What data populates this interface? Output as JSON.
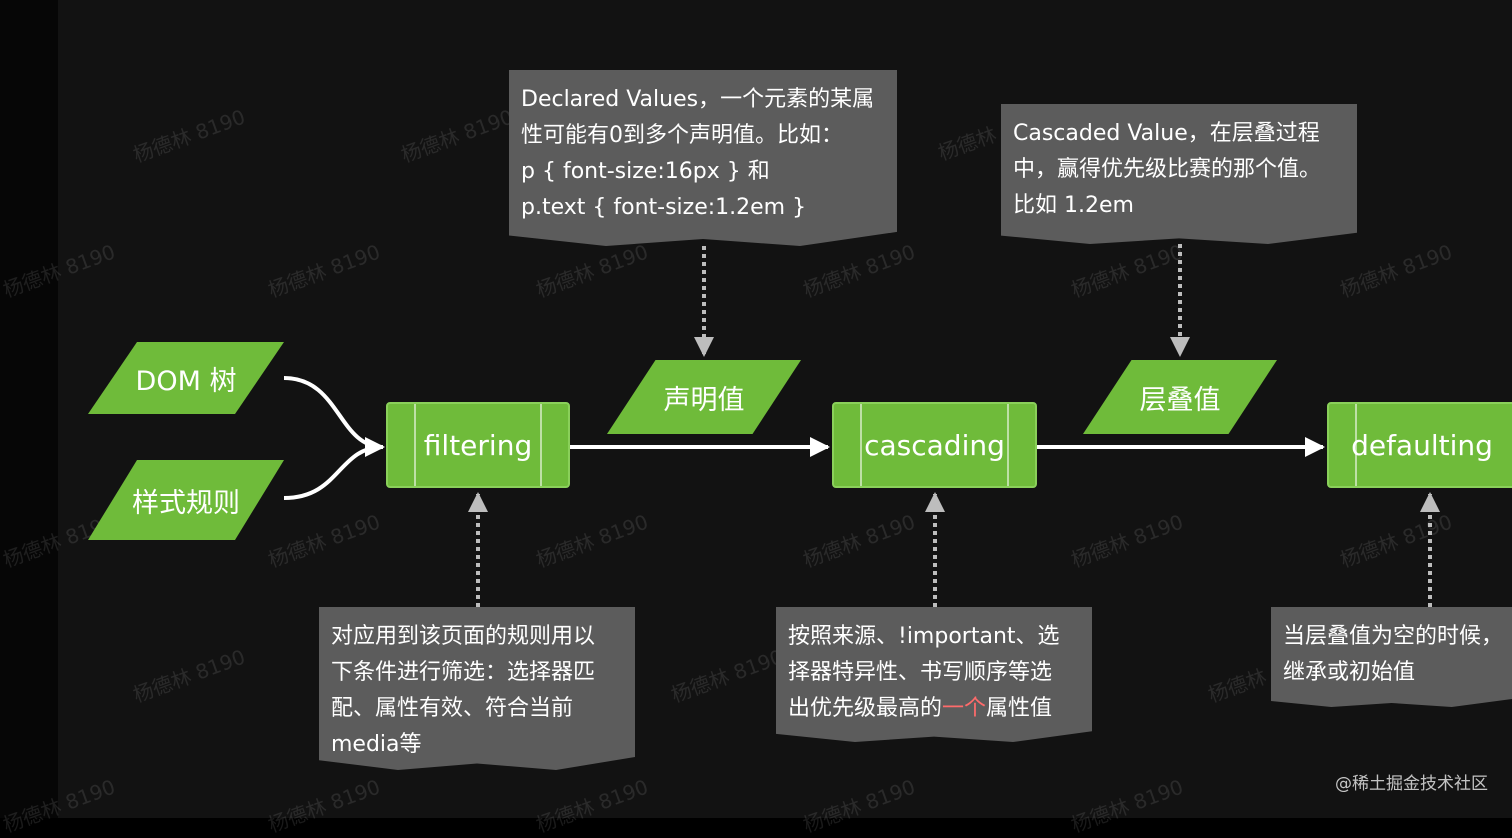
{
  "nodes": {
    "dom_tree": "DOM 树",
    "style_rules": "样式规则",
    "filtering": "filtering",
    "declared_value": "声明值",
    "cascading": "cascading",
    "cascaded_value": "层叠值",
    "defaulting": "defaulting"
  },
  "notes": {
    "declared": {
      "line1": "Declared Values，一个元素的某属",
      "line2": "性可能有0到多个声明值。比如：",
      "line3": "p { font-size:16px } 和",
      "line4": "p.text { font-size:1.2em }"
    },
    "cascaded": {
      "line1": "Cascaded Value，在层叠过程",
      "line2": "中，赢得优先级比赛的那个值。",
      "line3": "比如 1.2em"
    },
    "filtering": {
      "line1": "对应用到该页面的规则用以",
      "line2": "下条件进行筛选：选择器匹",
      "line3": "配、属性有效、符合当前",
      "line4": "media等"
    },
    "cascading": {
      "line1": "按照来源、!important、选",
      "line2": "择器特异性、书写顺序等选",
      "line3_a": "出优先级最高的",
      "line3_b": "一个",
      "line3_c": "属性值"
    },
    "defaulting": {
      "line1": "当层叠值为空的时候，",
      "line2": "继承或初始值"
    }
  },
  "watermark": "杨德林 8190",
  "credit": "@稀土掘金技术社区",
  "colors": {
    "node_green": "#6fbb3a",
    "note_gray": "#5c5c5c",
    "highlight_red": "#ff6b6b",
    "background": "#121212"
  }
}
